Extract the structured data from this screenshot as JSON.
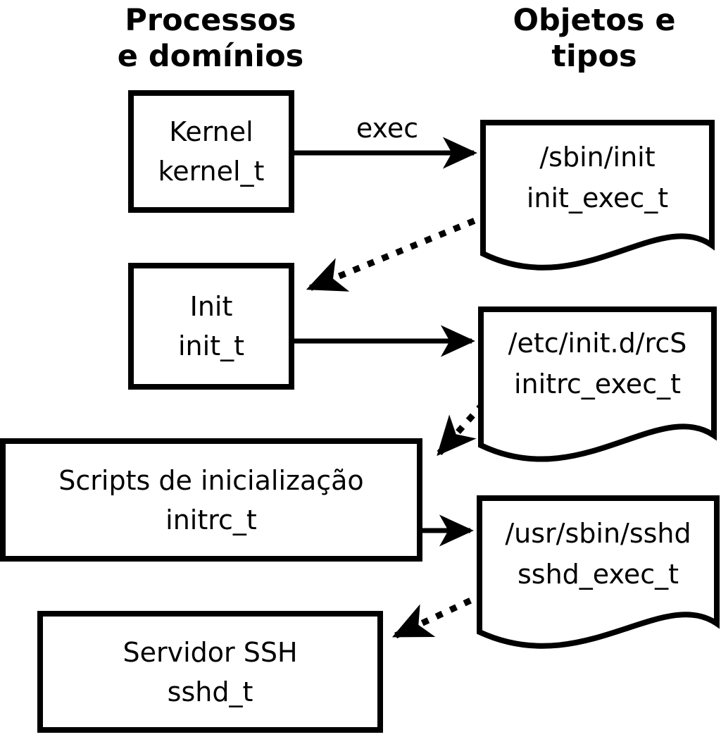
{
  "columns": {
    "left": {
      "line1": "Processos",
      "line2": "e domínios"
    },
    "right": {
      "line1": "Objetos e",
      "line2": "tipos"
    }
  },
  "processes": [
    {
      "name": "Kernel",
      "type": "kernel_t"
    },
    {
      "name": "Init",
      "type": "init_t"
    },
    {
      "name": "Scripts de inicialização",
      "type": "initrc_t"
    },
    {
      "name": "Servidor SSH",
      "type": "sshd_t"
    }
  ],
  "objects": [
    {
      "path": "/sbin/init",
      "type": "init_exec_t"
    },
    {
      "path": "/etc/init.d/rcS",
      "type": "initrc_exec_t"
    },
    {
      "path": "/usr/sbin/sshd",
      "type": "sshd_exec_t"
    }
  ],
  "labels": {
    "exec": "exec"
  },
  "colors": {
    "foreground": "#000000",
    "background": "#ffffff"
  }
}
